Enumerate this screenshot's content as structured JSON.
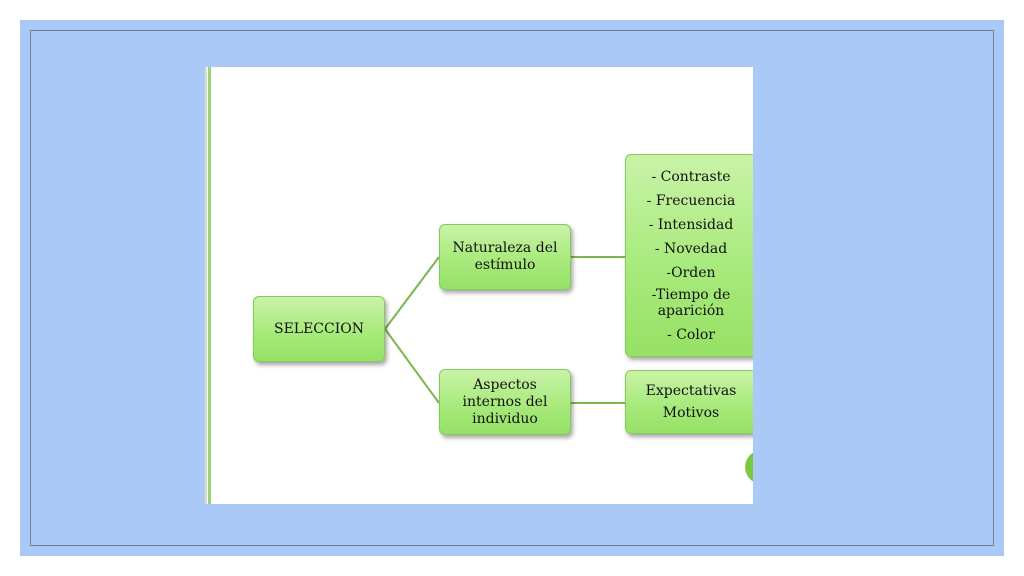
{
  "diagram": {
    "root": {
      "label": "SELECCION"
    },
    "branches": [
      {
        "label_lines": [
          "Naturaleza del",
          "estímulo"
        ],
        "detail_items": [
          "- Contraste",
          "- Frecuencia",
          "- Intensidad",
          "- Novedad",
          "-Orden",
          "-Tiempo de aparición",
          "- Color"
        ],
        "detail_item_multiline": [
          "-Tiempo de",
          "aparición"
        ]
      },
      {
        "label_lines": [
          "Aspectos",
          "internos del",
          "individuo"
        ],
        "detail_items": [
          "Expectativas",
          "Motivos"
        ]
      }
    ]
  },
  "colors": {
    "background_frame": "#abc9f7",
    "node_fill": "#a8ea7c",
    "node_border": "#86c95c",
    "connector": "#7ab84f",
    "accent_circle": "#7ac943"
  }
}
